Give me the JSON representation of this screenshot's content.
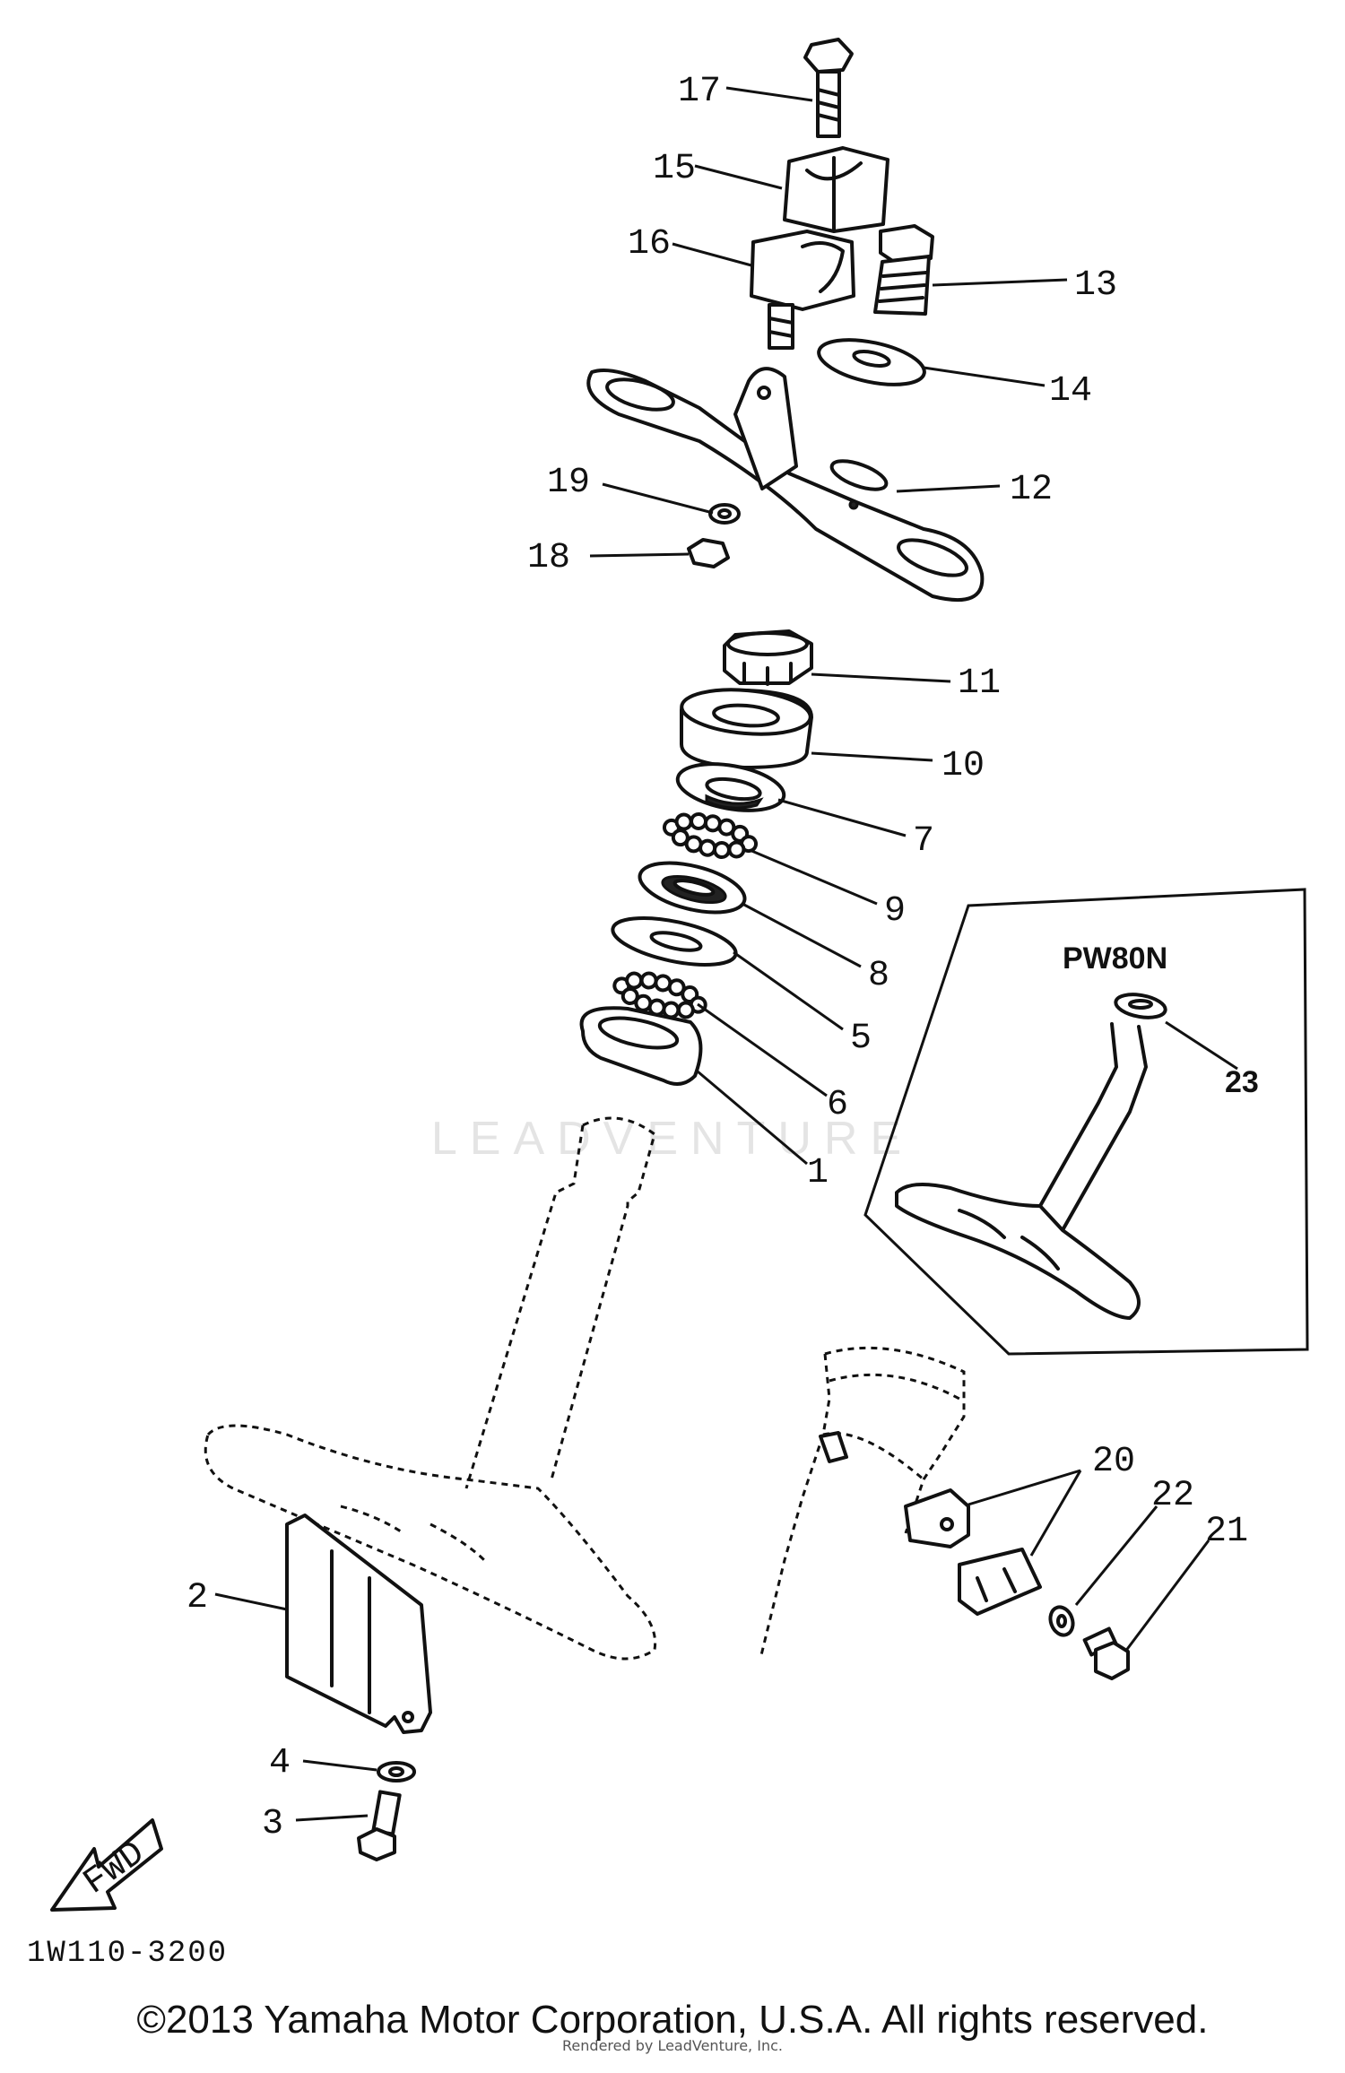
{
  "diagram": {
    "code": "1W110-3200",
    "inset_title": "PW80N",
    "fwd_label": "FWD",
    "watermark": "LEADVENTURE",
    "copyright": "©2013 Yamaha Motor Corporation, U.S.A. All rights reserved.",
    "rendered_by": "Rendered by LeadVenture, Inc."
  },
  "callouts": [
    "1",
    "2",
    "3",
    "4",
    "5",
    "6",
    "7",
    "8",
    "9",
    "10",
    "11",
    "12",
    "13",
    "14",
    "15",
    "16",
    "17",
    "18",
    "19",
    "20",
    "21",
    "22",
    "23"
  ]
}
